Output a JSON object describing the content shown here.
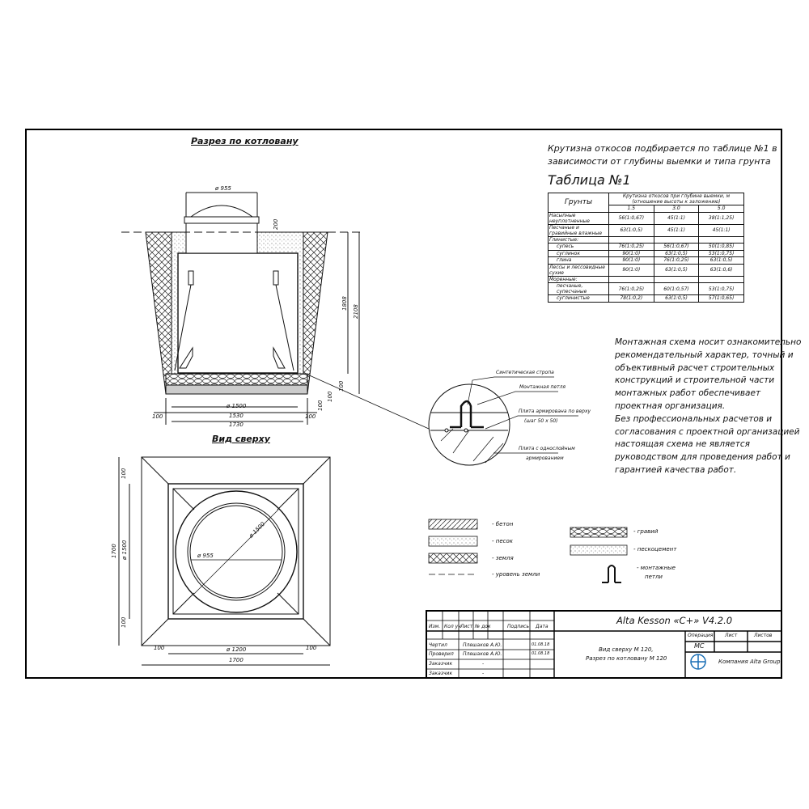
{
  "section_title": "Разрез по котловану",
  "top_title": "Вид сверху",
  "intro": [
    "Крутизна откосов подбирается по таблице №1 в",
    "зависимости от глубины выемки и типа грунта"
  ],
  "table_title": "Таблица №1",
  "table": {
    "col_soil": "Грунты",
    "col_group": "Крутизна откосов при глубине выемки, м (отношение высоты к заложению)",
    "depths": [
      "1.5",
      "3.0",
      "5.0"
    ],
    "rows": [
      {
        "name": "Насыпные неуплотненные",
        "v": [
          "56(1:0,67)",
          "45(1:1)",
          "38(1:1,25)"
        ],
        "sep": true
      },
      {
        "name": "Песчаные и гравийные влажные",
        "v": [
          "63(1:0,5)",
          "45(1:1)",
          "45(1:1)"
        ],
        "sep": true
      },
      {
        "name": "Глинистые:",
        "v": [
          "",
          "",
          ""
        ],
        "sep": true
      },
      {
        "name": "супесь",
        "v": [
          "76(1:0,25)",
          "56(1:0,67)",
          "50(1:0,85)"
        ],
        "indent": true
      },
      {
        "name": "суглинок",
        "v": [
          "90(1:0)",
          "63(1:0,5)",
          "53(1:0,75)"
        ],
        "indent": true
      },
      {
        "name": "глина",
        "v": [
          "90(1:0)",
          "76(1:0,25)",
          "63(1:0,5)"
        ],
        "indent": true
      },
      {
        "name": "Лессы и лессовидные сухие",
        "v": [
          "90(1:0)",
          "63(1:0,5)",
          "63(1:0,6)"
        ],
        "sep": true
      },
      {
        "name": "Моренные:",
        "v": [
          "",
          "",
          ""
        ],
        "sep": true
      },
      {
        "name": "песчаные, супесчаные",
        "v": [
          "76(1:0,25)",
          "60(1:0,57)",
          "53(1:0,75)"
        ],
        "indent": true
      },
      {
        "name": "суглинистые",
        "v": [
          "78(1:0,2)",
          "63(1:0,5)",
          "57(1:0,65)"
        ],
        "indent": true
      }
    ]
  },
  "note": [
    "Монтажная схема носит ознакомительно",
    "рекомендательный характер, точный и",
    "объективный расчет строительных",
    "конструкций и строительной части",
    "монтажных работ обеспечивает",
    "проектная организация.",
    "Без профессиональных расчетов и",
    "согласования с проектной организацией",
    "настоящая схема не является",
    "руководством для проведения работ и",
    "гарантией качества работ."
  ],
  "section_dims": {
    "neck": "ø 955",
    "cap": "200",
    "depth1": "1808",
    "depth2": "2108",
    "layer1": "100",
    "layer2": "100",
    "layer3": "100",
    "d1500": "ø 1500",
    "w1530": "1530",
    "w1730": "1730",
    "left100": "100",
    "right100": "100"
  },
  "top_dims": {
    "top100": "100",
    "h1700": "1700",
    "h1500": "ø 1500",
    "bot100": "100",
    "d1200": "ø 1200",
    "w1700": "1700",
    "left100": "100",
    "right100": "100",
    "circle1500": "ø 1500",
    "neck955": "ø 955"
  },
  "detail": {
    "strap": "Синтетическая стропа",
    "loop": "Монтажная петля",
    "slab_top1": "Плита армирована по верху",
    "slab_top2": "(шаг 50 х 50)",
    "slab_one1": "Плита с однослойным",
    "slab_one2": "армированием"
  },
  "legend": {
    "concrete": "- бетон",
    "sand": "- песок",
    "earth": "- земля",
    "ground": "- уровень земли",
    "gravel": "- гравий",
    "sandcement": "- пескоцемент",
    "loops1": "- монтажные",
    "loops2": "петли"
  },
  "title_block": {
    "product": "Alta Kesson «С+» V4.2.0",
    "headers": [
      "Изм.",
      "Кол уч",
      "Лист",
      "№ док",
      "Подпись",
      "Дата"
    ],
    "drawn_label": "Чертил",
    "drawn_name": "Плешаков А.Ю.",
    "drawn_date": "01.08.18",
    "checked_label": "Проверил",
    "checked_name": "Плешаков А.Ю.",
    "checked_date": "01.08.18",
    "cust1_label": "Заказчик",
    "cust1_val": "-",
    "cust2_label": "Заказчик",
    "cust2_val": "-",
    "desc1": "Вид сверху М 120,",
    "desc2": "Разрез по котловану  М 120",
    "op_label": "Операция",
    "sheet_label": "Лист",
    "sheets_label": "Листов",
    "op_val": "МС",
    "company": "Компания Alta Group"
  }
}
